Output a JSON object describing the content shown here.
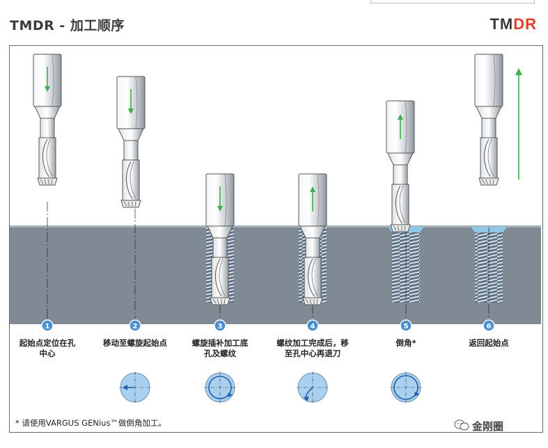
{
  "header": {
    "title": "TMDR - 加工顺序",
    "brand_tm": "TM",
    "brand_dr": "DR"
  },
  "steps": [
    {
      "number": "1",
      "label_line1": "起始点定位在孔",
      "label_line2": "中心",
      "tool_arrow": "down"
    },
    {
      "number": "2",
      "label_line1": "移动至螺旋起始点",
      "label_line2": "",
      "tool_arrow": "down"
    },
    {
      "number": "3",
      "label_line1": "螺旋插补加工底",
      "label_line2": "孔及螺纹",
      "tool_arrow": "down"
    },
    {
      "number": "4",
      "label_line1": "螺纹加工完成后，移",
      "label_line2": "至孔中心再退刀",
      "tool_arrow": "up"
    },
    {
      "number": "5",
      "label_line1": "倒角*",
      "label_line2": "",
      "tool_arrow": "up"
    },
    {
      "number": "6",
      "label_line1": "返回起始点",
      "label_line2": "",
      "tool_arrow": "up"
    }
  ],
  "note": "* 请使用VARGUS GENius™做倒角加工。",
  "watermark": "金刚圈",
  "colors": {
    "workpiece": "#7f8a95",
    "workpiece_top": "#a7b1ba",
    "arrow": "#3fae49",
    "badge": "#4a8fd0",
    "circle_fill": "#a9d0ef",
    "brand_red": "#e0412b"
  }
}
